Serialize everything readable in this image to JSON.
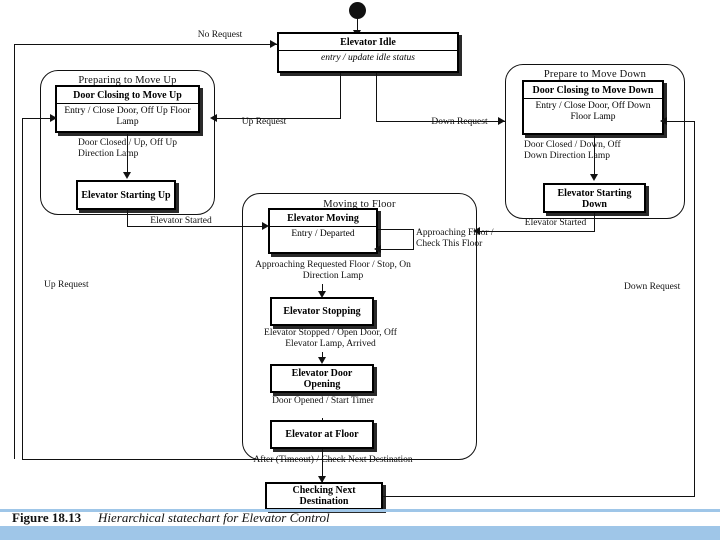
{
  "figure": {
    "number": "Figure 18.13",
    "caption": "Hierarchical statechart for Elevator Control"
  },
  "diagram": {
    "type": "hierarchical-statechart",
    "initial_state": "Elevator Idle",
    "states": {
      "idle": {
        "name": "Elevator Idle",
        "activity": "entry / update idle status"
      },
      "prep_up": {
        "title": "Preparing to Move Up",
        "sub_states": [
          {
            "name": "Door Closing to Move Up",
            "activity": "Entry / Close Door, Off Up Floor Lamp"
          },
          {
            "name": "Elevator Starting Up"
          }
        ]
      },
      "prep_down": {
        "title": "Prepare to Move Down",
        "sub_states": [
          {
            "name": "Door Closing to Move Down",
            "activity": "Entry / Close Door, Off Down Floor Lamp"
          },
          {
            "name": "Elevator Starting Down"
          }
        ]
      },
      "moving": {
        "title": "Moving to Floor",
        "sub_states": [
          {
            "name": "Elevator Moving",
            "activity": "Entry / Departed"
          },
          {
            "name": "Elevator Stopping"
          },
          {
            "name": "Elevator Door Opening"
          },
          {
            "name": "Elevator at Floor"
          }
        ]
      },
      "checking": {
        "name": "Checking Next Destination"
      }
    },
    "transitions": {
      "no_request": "No Request",
      "up_request_top": "Up Request",
      "down_request_top": "Down Request",
      "up_request_left": "Up Request",
      "down_request_right": "Down Request",
      "door_closed_up": "Door Closed / Up, Off Up Direction Lamp",
      "door_closed_down": "Door Closed / Down, Off Down Direction Lamp",
      "elevator_started_left": "Elevator Started",
      "elevator_started_right": "Elevator Started",
      "approaching_this_floor": "Approaching Floor / Check This Floor",
      "approaching_requested": "Approaching Requested Floor / Stop, On Direction Lamp",
      "elevator_stopped": "Elevator Stopped / Open Door, Off Elevator Lamp, Arrived",
      "door_opened": "Door Opened / Start Timer",
      "after_timeout": "After (Timeout) / Check Next Destination"
    }
  }
}
